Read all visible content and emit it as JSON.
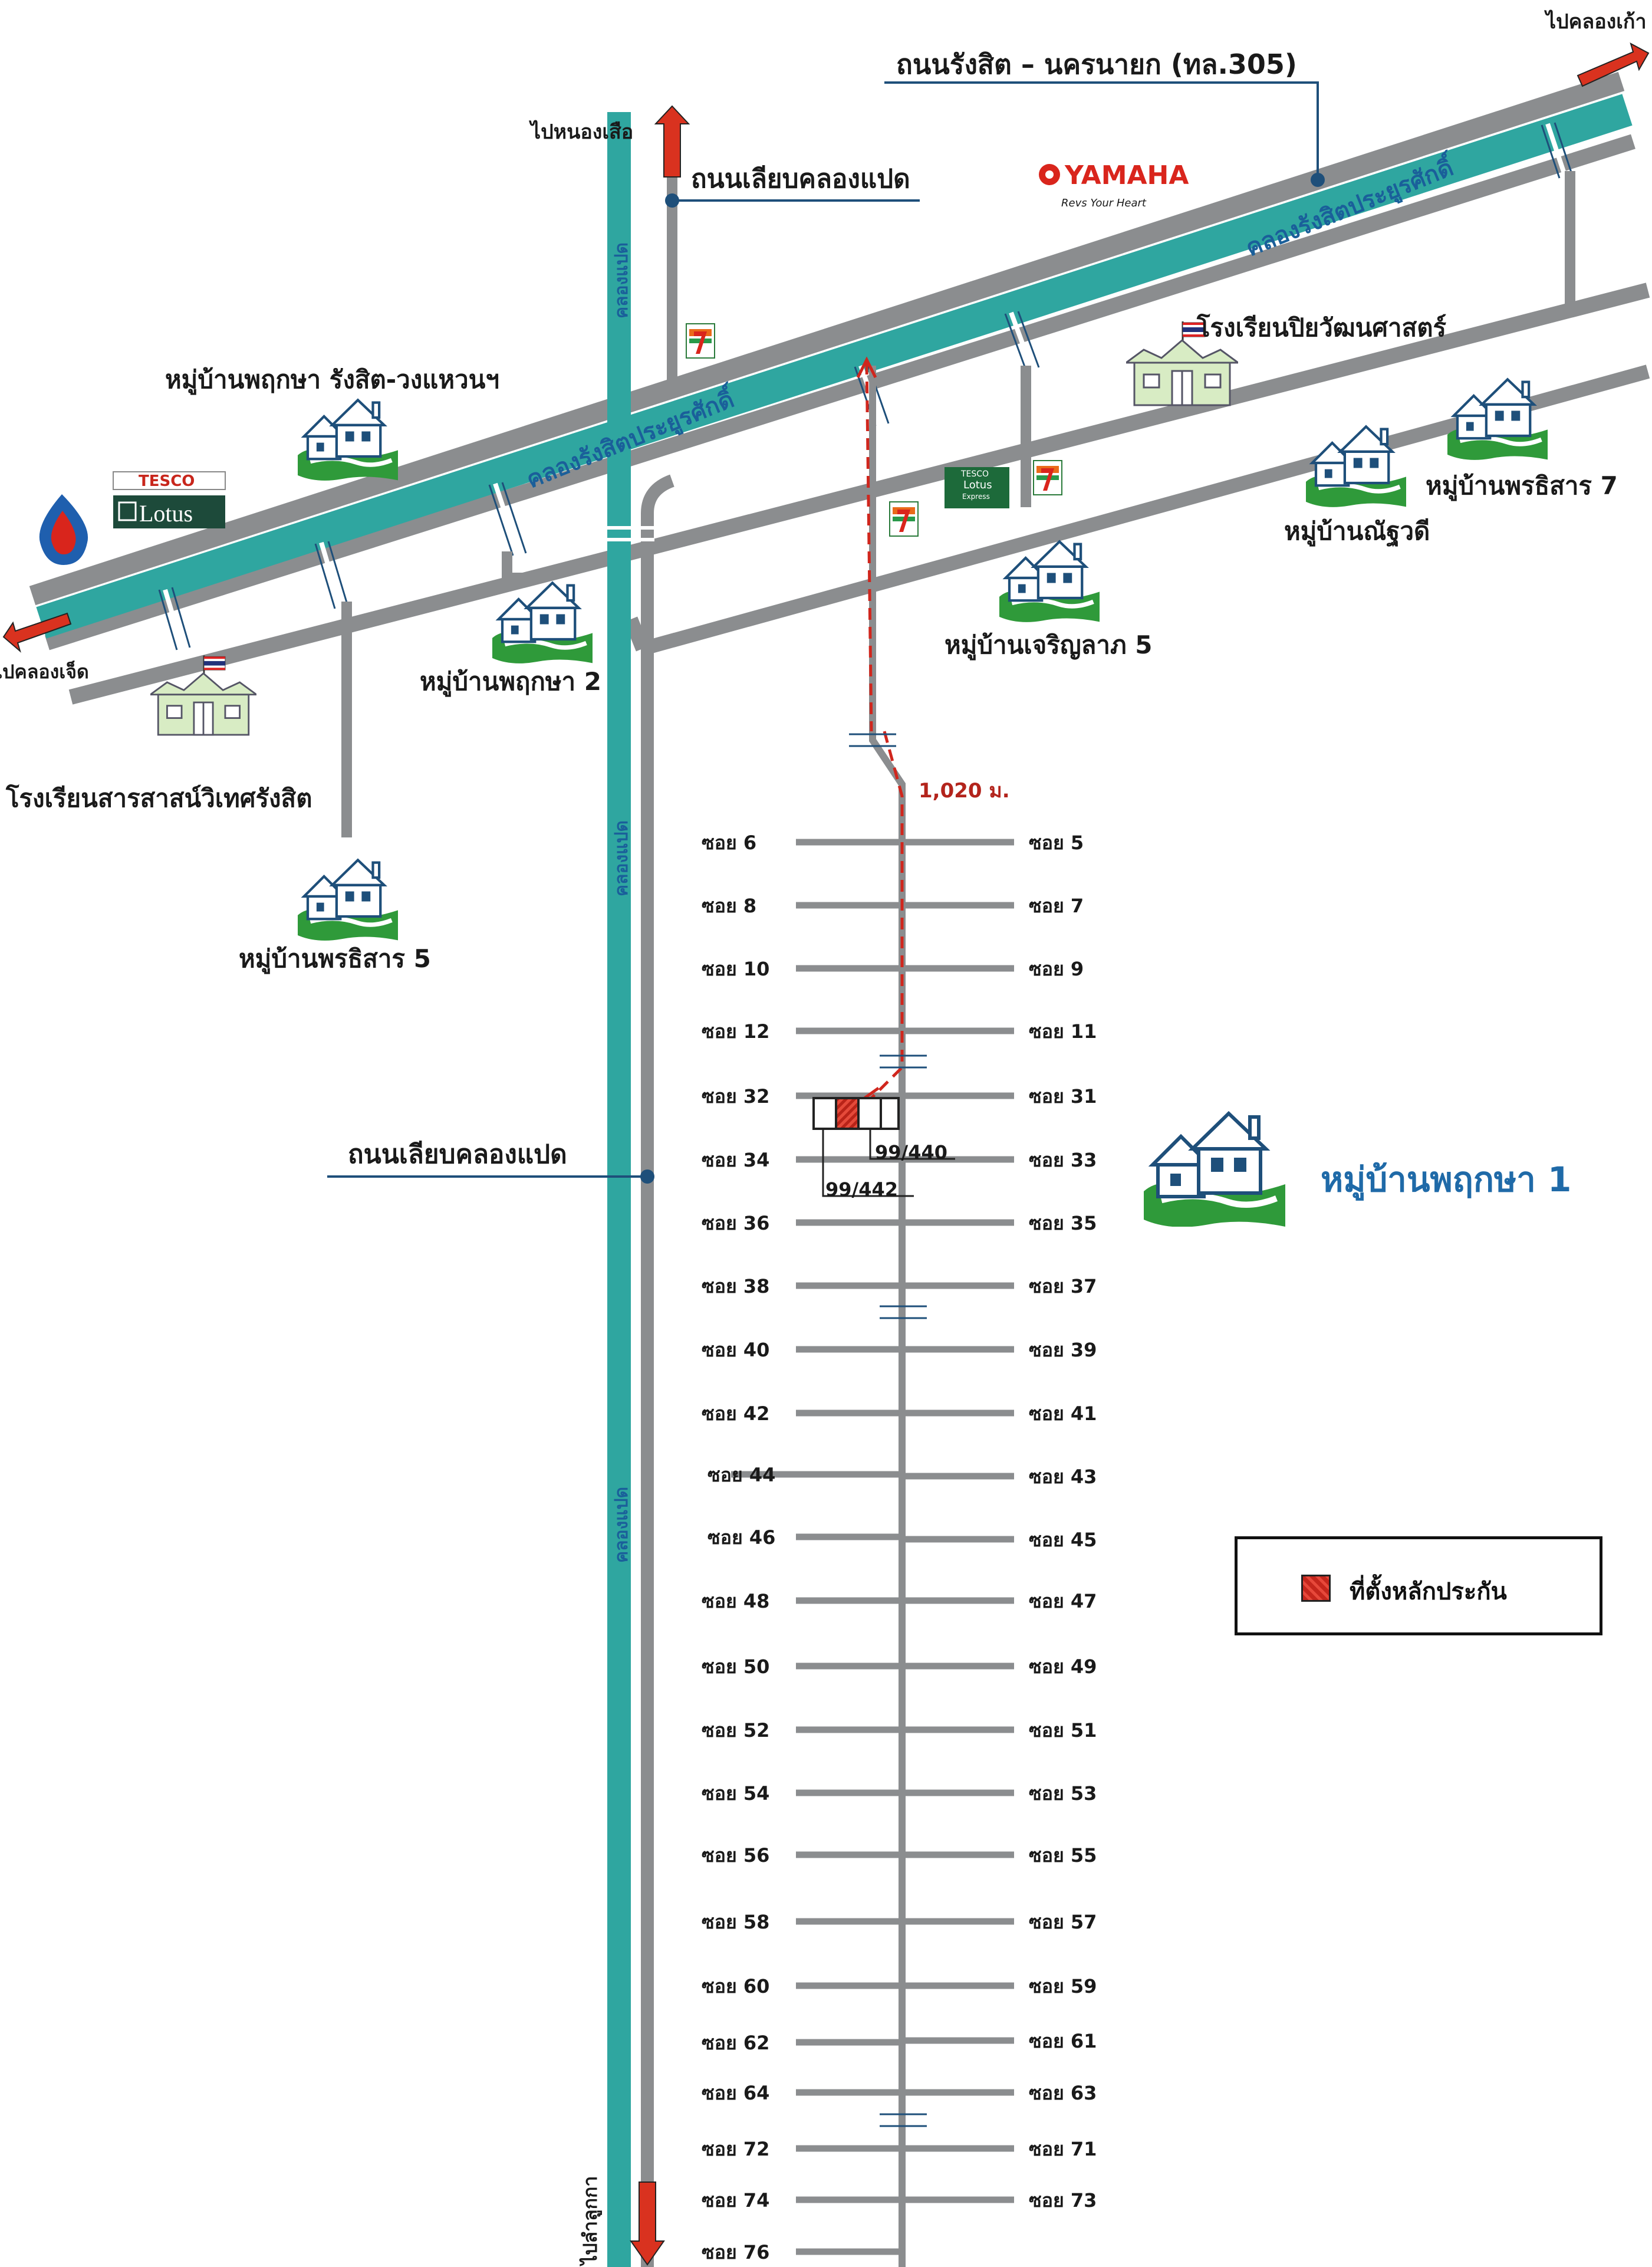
{
  "roads": {
    "main_road": "ถนนรังสิต – นครนายก (ทล.305)",
    "klong8_road_top": "ถนนเลียบคลองแปด",
    "klong8_road_mid": "ถนนเลียบคลองแปด"
  },
  "canals": {
    "rangsit_canal_1": "คลองรังสิตประยูรศักดิ์",
    "rangsit_canal_2": "คลองรังสิตประยูรศักดิ์",
    "klong8_a": "คลองแปด",
    "klong8_b": "คลองแปด",
    "klong8_c": "คลองแปด"
  },
  "directions": {
    "to_klong_9": "ไปคลองเก้า",
    "to_klong_7": "ไปคลองเจ็ด",
    "to_nong_suea": "ไปหนองเสือ",
    "to_lam_luk_ka": "ไปลำลูกกา"
  },
  "places": {
    "village_pruksa_rangsit": "หมู่บ้านพฤกษา รังสิต-วงแหวนฯ",
    "village_pruksa_2": "หมู่บ้านพฤกษา 2",
    "village_porntisarn_5": "หมู่บ้านพรธิสาร 5",
    "village_charoenlap_5": "หมู่บ้านเจริญลาภ 5",
    "village_nattadee": "หมู่บ้านณัฐวดี",
    "village_porntisarn_7": "หมู่บ้านพรธิสาร 7",
    "village_pruksa_1": "หมู่บ้านพฤกษา 1",
    "school_sarasas": "โรงเรียนสารสาสน์วิเทศรังสิต",
    "school_piyawat": "โรงเรียนปิยวัฒนศาสตร์"
  },
  "brands": {
    "tesco_top": "TESCO",
    "tesco_lotus": "Lotus",
    "tesco_express_1": "TESCO",
    "tesco_express_2": "Lotus",
    "tesco_express_3": "Express",
    "yamaha": "YAMAHA",
    "yamaha_slogan": "Revs Your Heart"
  },
  "distance": "1,020 ม.",
  "plots": [
    "99/440",
    "99/442"
  ],
  "soi_left": [
    "ซอย 6",
    "ซอย 8",
    "ซอย 10",
    "ซอย 12",
    "ซอย 32",
    "ซอย 34",
    "ซอย 36",
    "ซอย 38",
    "ซอย 40",
    "ซอย 42",
    "ซอย 44",
    "ซอย 46",
    "ซอย 48",
    "ซอย 50",
    "ซอย 52",
    "ซอย 54",
    "ซอย 56",
    "ซอย 58",
    "ซอย 60",
    "ซอย 62",
    "ซอย 64",
    "ซอย 72",
    "ซอย 74",
    "ซอย 76"
  ],
  "soi_right": [
    "ซอย 5",
    "ซอย 7",
    "ซอย 9",
    "ซอย 11",
    "ซอย 31",
    "ซอย 33",
    "ซอย 35",
    "ซอย 37",
    "ซอย 39",
    "ซอย 41",
    "ซอย 43",
    "ซอย 45",
    "ซอย 47",
    "ซอย 49",
    "ซอย 51",
    "ซอย 53",
    "ซอย 55",
    "ซอย 57",
    "ซอย 59",
    "ซอย 61",
    "ซอย 63",
    "ซอย 71",
    "ซอย 73"
  ],
  "legend": {
    "collateral_location": "ที่ตั้งหลักประกัน"
  },
  "colors": {
    "road": "#8b8d8f",
    "canal": "#2fa6a0",
    "arrow": "#d9321f",
    "route_dash": "#d0261d",
    "village_grass": "#2f9a3a",
    "school_green": "#d8ecc4",
    "label_blue": "#1f6aa8"
  }
}
